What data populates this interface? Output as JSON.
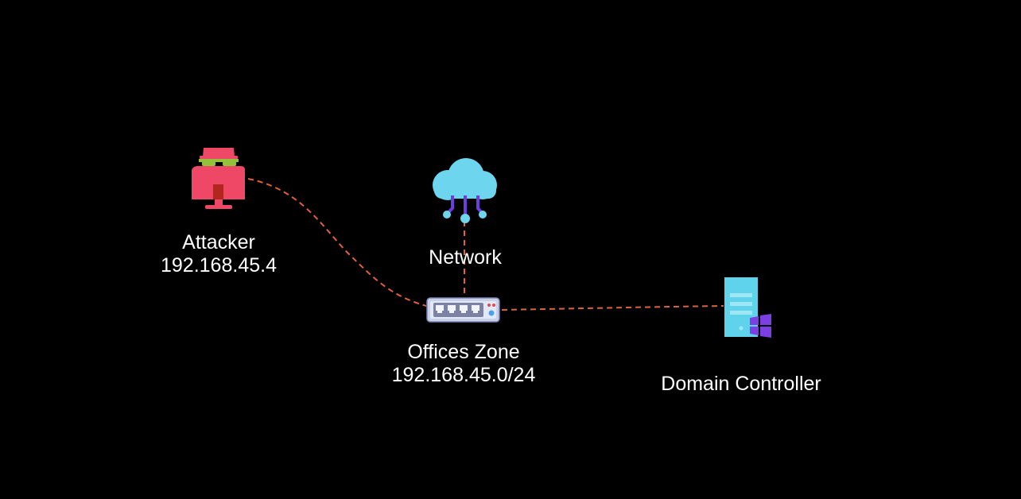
{
  "diagram": {
    "nodes": {
      "attacker": {
        "name": "Attacker",
        "ip": "192.168.45.4",
        "icon": "hacker-icon"
      },
      "network": {
        "name": "Network",
        "icon": "cloud-network-icon"
      },
      "offices": {
        "name": "Offices Zone",
        "subnet": "192.168.45.0/24",
        "icon": "network-switch-icon"
      },
      "dc": {
        "name": "Domain Controller",
        "icon": "windows-server-icon"
      }
    },
    "edges": [
      {
        "from": "attacker",
        "to": "offices",
        "style": "dashed"
      },
      {
        "from": "network",
        "to": "offices",
        "style": "dashed"
      },
      {
        "from": "offices",
        "to": "dc",
        "style": "dashed"
      }
    ]
  },
  "colors": {
    "background": "#000000",
    "text": "#ffffff",
    "link": "#e2603c",
    "attacker": "#ef4766",
    "cloud": "#6dd5ee",
    "server": "#5fd3ec",
    "windows_logo": "#7b3fe4"
  }
}
